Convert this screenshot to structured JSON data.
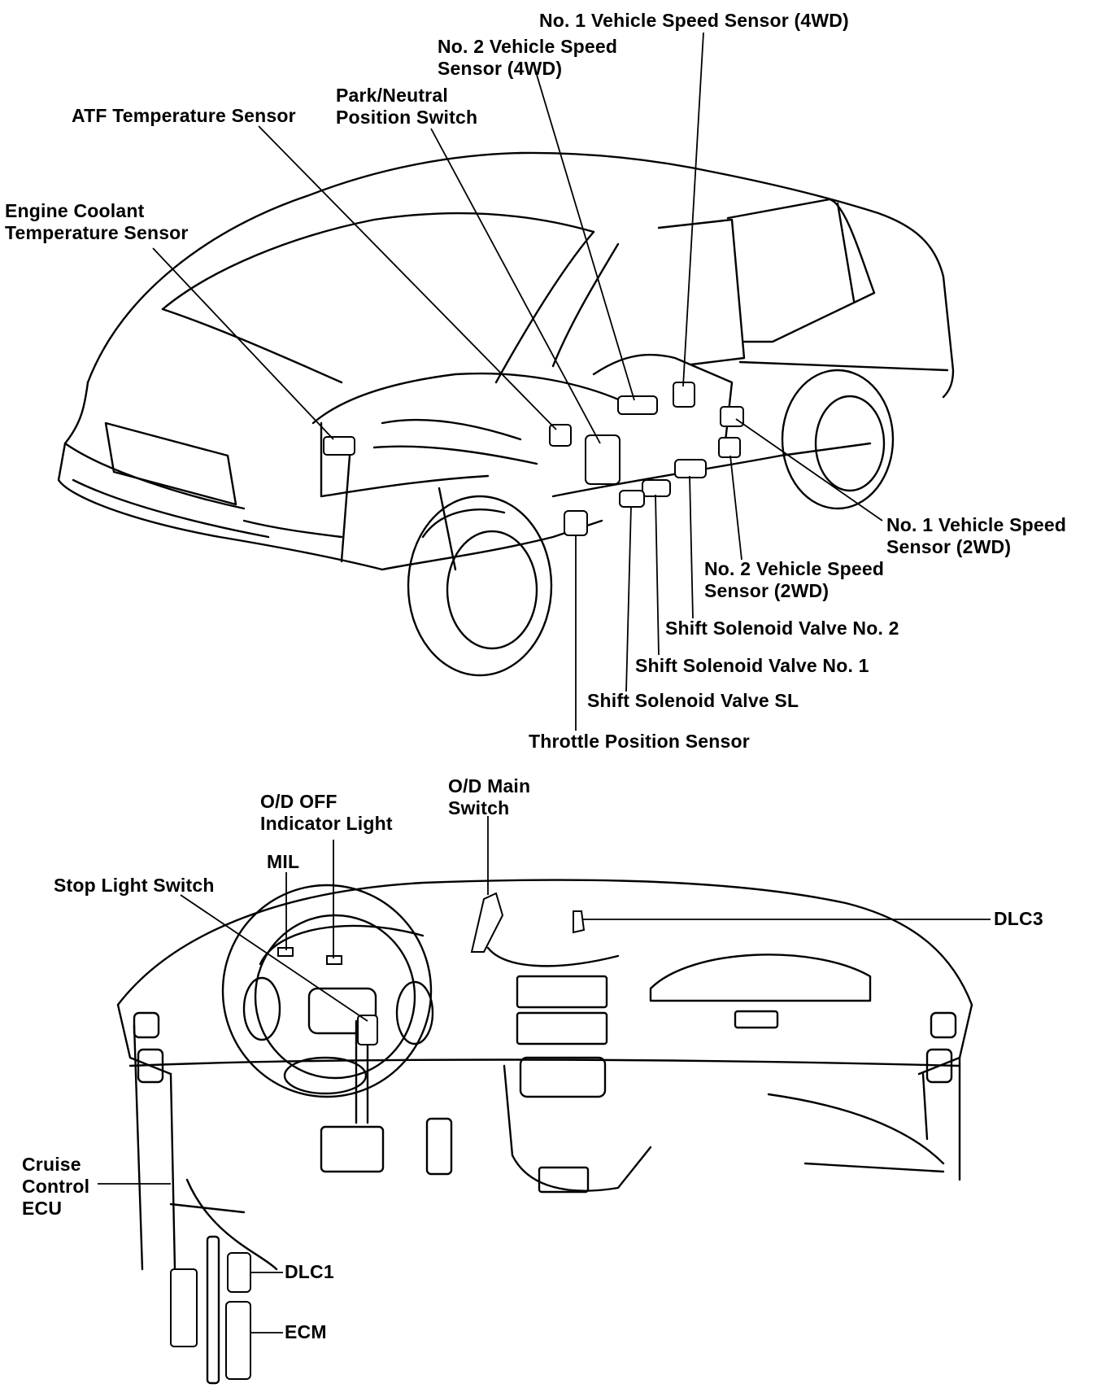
{
  "labels": {
    "vss1_4wd": "No. 1 Vehicle Speed Sensor (4WD)",
    "vss2_4wd": [
      "No. 2 Vehicle Speed",
      "Sensor (4WD)"
    ],
    "park_neutral": [
      "Park/Neutral",
      "Position Switch"
    ],
    "atf_temp": "ATF Temperature Sensor",
    "engine_coolant": [
      "Engine Coolant",
      "Temperature Sensor"
    ],
    "vss1_2wd": [
      "No. 1 Vehicle Speed",
      "Sensor (2WD)"
    ],
    "vss2_2wd": [
      "No. 2 Vehicle Speed",
      "Sensor (2WD)"
    ],
    "shift_sv2": "Shift Solenoid Valve No. 2",
    "shift_sv1": "Shift Solenoid Valve No. 1",
    "shift_svsl": "Shift Solenoid Valve SL",
    "throttle": "Throttle Position Sensor",
    "od_main": [
      "O/D Main",
      "Switch"
    ],
    "od_off": [
      "O/D OFF",
      "Indicator Light"
    ],
    "mil": "MIL",
    "stop_light": "Stop Light Switch",
    "dlc3": "DLC3",
    "cruise_ecu": [
      "Cruise",
      "Control",
      "ECU"
    ],
    "dlc1": "DLC1",
    "ecm": "ECM"
  }
}
